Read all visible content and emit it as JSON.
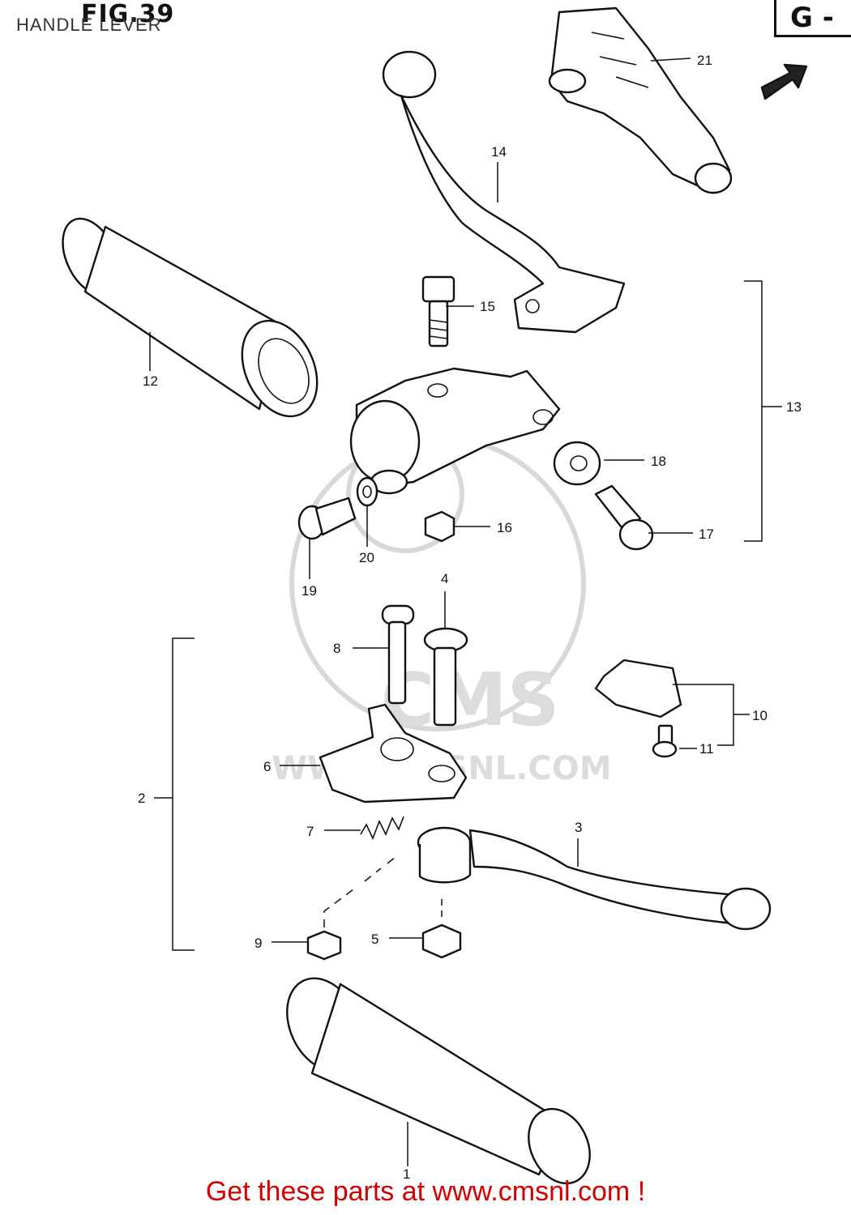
{
  "header": {
    "fig_title": "FIG.39",
    "subtitle": "HANDLE LEVER",
    "section_code": "G -"
  },
  "watermark": {
    "logo_text": "CMS",
    "url_text": "WWW.CMSNL.COM"
  },
  "callouts": [
    "1",
    "2",
    "3",
    "4",
    "5",
    "6",
    "7",
    "8",
    "9",
    "10",
    "11",
    "12",
    "13",
    "14",
    "15",
    "16",
    "17",
    "18",
    "19",
    "20",
    "21"
  ],
  "footer": {
    "text": "Get these parts at www.cmsnl.com !",
    "color": "#d40000"
  }
}
